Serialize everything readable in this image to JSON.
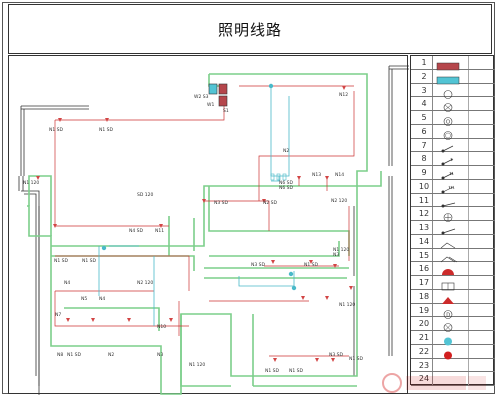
{
  "title": "照明线路",
  "legend": {
    "items": [
      {
        "num": "1",
        "icon": "distribution-box-red"
      },
      {
        "num": "2",
        "icon": "distribution-box-cyan"
      },
      {
        "num": "3",
        "icon": "lamp-circle"
      },
      {
        "num": "4",
        "icon": "lamp-circle-cross"
      },
      {
        "num": "5",
        "icon": "lamp-circle-ring"
      },
      {
        "num": "6",
        "icon": "lamp-circle-double"
      },
      {
        "num": "7",
        "icon": "switch-single"
      },
      {
        "num": "8",
        "icon": "switch-double"
      },
      {
        "num": "9",
        "icon": "switch-triple"
      },
      {
        "num": "10",
        "icon": "switch-quad"
      },
      {
        "num": "11",
        "icon": "switch-dimmer"
      },
      {
        "num": "12",
        "icon": "fan-circle"
      },
      {
        "num": "13",
        "icon": "switch-single-pole"
      },
      {
        "num": "14",
        "icon": "socket-angled"
      },
      {
        "num": "15",
        "icon": "socket-angled-double"
      },
      {
        "num": "16",
        "icon": "socket-red-semicircle"
      },
      {
        "num": "17",
        "icon": "socket-box"
      },
      {
        "num": "18",
        "icon": "socket-triangle"
      },
      {
        "num": "19",
        "icon": "socket-circle-d"
      },
      {
        "num": "20",
        "icon": "socket-circle-x"
      },
      {
        "num": "21",
        "icon": "socket-cyan-dot"
      },
      {
        "num": "22",
        "icon": "socket-red-dot"
      },
      {
        "num": "23",
        "icon": "legend-item-23"
      },
      {
        "num": "24",
        "icon": "legend-item-24"
      }
    ]
  },
  "plan": {
    "labels": [
      {
        "text": "W2 S3"
      },
      {
        "text": "W1"
      },
      {
        "text": "N12"
      },
      {
        "text": "S1"
      },
      {
        "text": "N1 SD"
      },
      {
        "text": "N1 SD"
      },
      {
        "text": "N1 120"
      },
      {
        "text": "N11"
      },
      {
        "text": "N4 SD"
      },
      {
        "text": "N2"
      },
      {
        "text": "N13"
      },
      {
        "text": "N14"
      },
      {
        "text": "N6 SD"
      },
      {
        "text": "N6 SD"
      },
      {
        "text": "N2 SD"
      },
      {
        "text": "N3 SD"
      },
      {
        "text": "SD 120"
      },
      {
        "text": "N2 120"
      },
      {
        "text": "N3 SD"
      },
      {
        "text": "N1 SD"
      },
      {
        "text": "N3"
      },
      {
        "text": "N1 120"
      },
      {
        "text": "N2 120"
      },
      {
        "text": "N4"
      },
      {
        "text": "N1 SD"
      },
      {
        "text": "N1 SD"
      },
      {
        "text": "N4"
      },
      {
        "text": "N5"
      },
      {
        "text": "N7"
      },
      {
        "text": "N8"
      },
      {
        "text": "N1 SD"
      },
      {
        "text": "N2"
      },
      {
        "text": "N3"
      },
      {
        "text": "N1 120"
      },
      {
        "text": "N10"
      },
      {
        "text": "N1 SD"
      },
      {
        "text": "N1 SD"
      },
      {
        "text": "N3 SD"
      },
      {
        "text": "N1 120"
      },
      {
        "text": "N1 SD"
      }
    ]
  }
}
